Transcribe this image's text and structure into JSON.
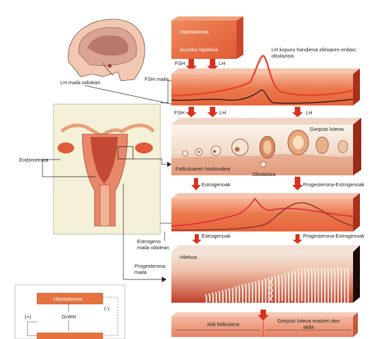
{
  "colors": {
    "band_orange": "#e8633a",
    "band_light": "#f6b79a",
    "band_dark": "#9a2a18",
    "arrow_red": "#d8311f",
    "fsh_curve": "#111111",
    "lh_curve": "#e8442a",
    "estrogen_curve": "#e02f3c",
    "progesterone_curve": "#8b3a2a",
    "panel_bg": "#f4f1d8"
  },
  "labels": {
    "hypothalamus": "Hipotalamoa",
    "anterior_pituitary": "Aurreko hipofisia",
    "fsh_top": "FSH",
    "lh_top": "LH",
    "lh_peak_note": "LH kopuru handiena zikloaren erdian; obulazioa",
    "lh_blood_level": "LH maila odolean",
    "fsh_level": "FSH maila",
    "fsh_mid": "FSH",
    "lh_mid": "LH",
    "lh_mid_right": "LH",
    "corpus_luteum": "Gorputz luteoa",
    "follicle_growth": "Folikuluaren hazkundea",
    "ovulation": "Obulazioa",
    "endometrium": "Endometrioa",
    "estrogens_1": "Estrogenoak",
    "prog_estro_1": "Progesterona-Estrogenoak",
    "estrogens_2": "Estrogenoak",
    "prog_estro_2": "Progesterona-Estrogenoak",
    "estrogen_blood": "Estrogeno maila odolean",
    "progesterone_level": "Progesterona maila",
    "menstruation": "Hilekoa",
    "follicular_phase": "Aldi folikularra",
    "luteal_phase": "Gorputz luteoa eratzen den aldia",
    "flow_hypothalamus": "Hipotalamoa",
    "gnrh": "GnRH",
    "minus": "(-)",
    "plus": "(+)"
  }
}
